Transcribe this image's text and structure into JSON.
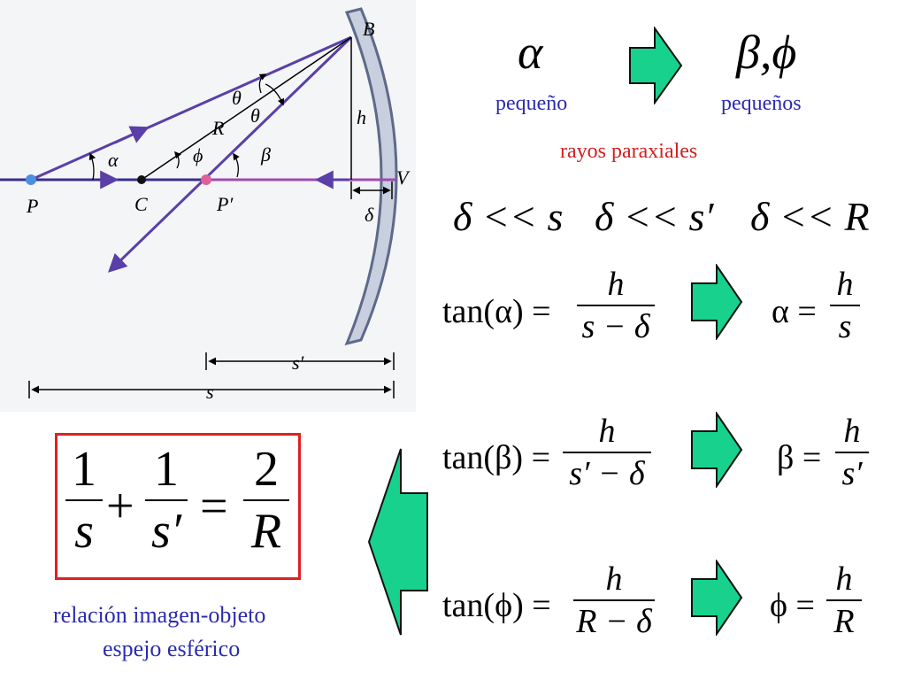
{
  "diagram": {
    "labels": {
      "B": "B",
      "h": "h",
      "V": "V",
      "P": "P",
      "C": "C",
      "Pp": "P′",
      "R": "R",
      "theta1": "θ",
      "theta2": "θ",
      "alpha": "α",
      "phi": "ϕ",
      "beta": "β",
      "delta": "δ",
      "sp": "s′",
      "s": "s"
    },
    "colors": {
      "ray": "#5a3fa8",
      "axis": "#3a2e8c",
      "mirror": "#5d6a8a",
      "mirror_fill": "#c8cfdf",
      "arrow_green": "#18d18c",
      "box": "#e02020"
    }
  },
  "top": {
    "alpha_sym": "α",
    "beta_phi_sym": "β,ϕ",
    "small_singular": "pequeño",
    "small_plural": "pequeños",
    "paraxial": "rayos paraxiales"
  },
  "conditions": {
    "c1": "δ << s",
    "c2": "δ << s′",
    "c3": "δ << R"
  },
  "eq1": {
    "lhs": "tan(α) =",
    "num": "h",
    "den": "s − δ",
    "rhs_lhs": "α =",
    "rhs_num": "h",
    "rhs_den": "s"
  },
  "eq2": {
    "lhs": "tan(β) =",
    "num": "h",
    "den": "s′ − δ",
    "rhs_lhs": "β =",
    "rhs_num": "h",
    "rhs_den": "s′"
  },
  "eq3": {
    "lhs": "tan(ϕ) =",
    "num": "h",
    "den": "R − δ",
    "rhs_lhs": "ϕ =",
    "rhs_num": "h",
    "rhs_den": "R"
  },
  "result": {
    "t1_num": "1",
    "t1_den": "s",
    "plus": "+",
    "t2_num": "1",
    "t2_den": "s′",
    "equals": "=",
    "t3_num": "2",
    "t3_den": "R"
  },
  "caption": {
    "line1": "relación imagen-objeto",
    "line2": "espejo esférico"
  }
}
